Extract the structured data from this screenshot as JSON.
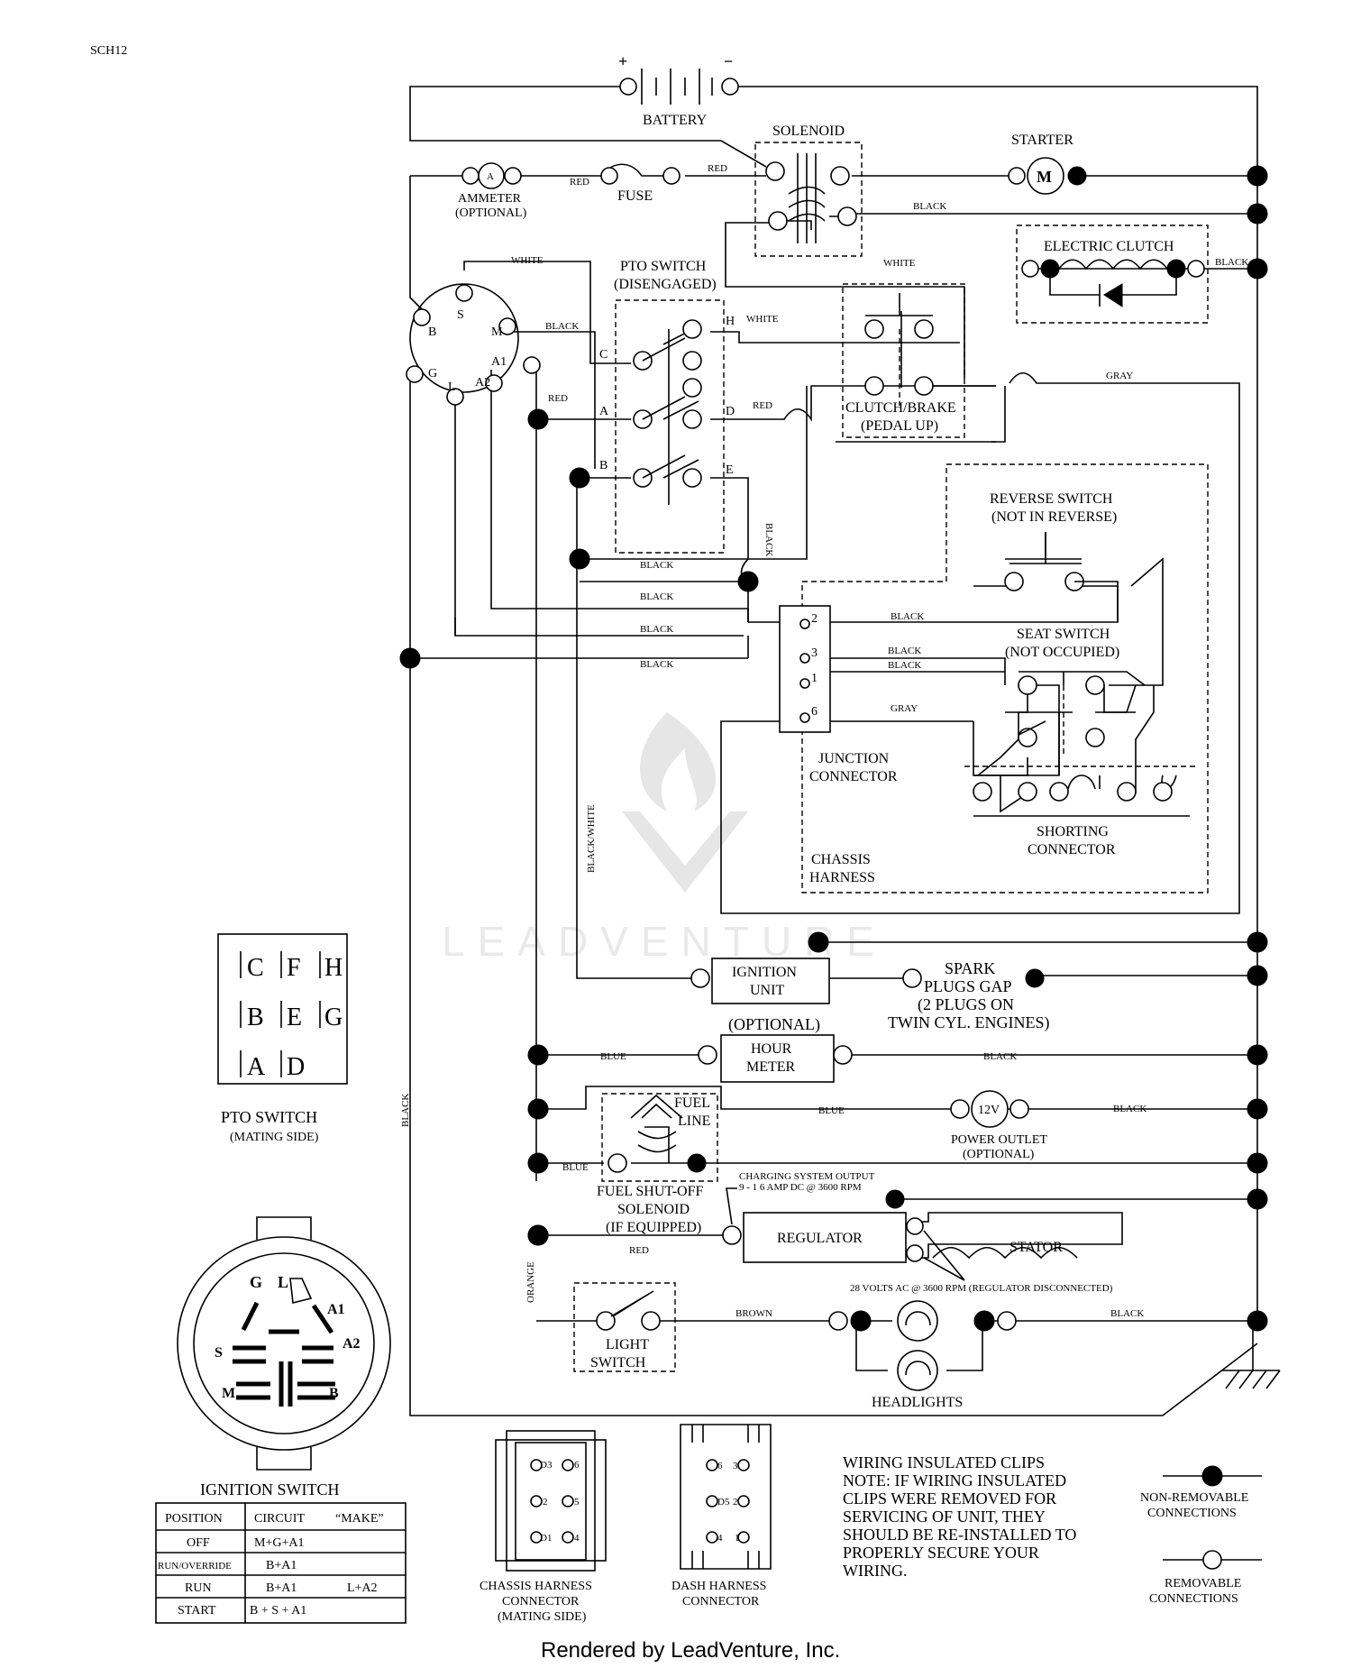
{
  "schematic_id": "SCH12",
  "battery": {
    "label": "BATTERY",
    "plus": "+",
    "minus": "−"
  },
  "solenoid": {
    "label": "SOLENOID"
  },
  "starter": {
    "label": "STARTER",
    "symbol": "M"
  },
  "ammeter": {
    "symbol": "A",
    "label": "AMMETER",
    "sub": "(OPTIONAL)"
  },
  "fuse": {
    "label": "FUSE"
  },
  "electric_clutch": {
    "label": "ELECTRIC CLUTCH"
  },
  "pto_switch": {
    "label": "PTO SWITCH",
    "sub": "(DISENGAGED)",
    "terminals": [
      "C",
      "H",
      "A",
      "D",
      "B",
      "E"
    ]
  },
  "clutch_brake": {
    "label": "CLUTCH/BRAKE",
    "sub": "(PEDAL UP)"
  },
  "ignition_terminals": [
    "S",
    "B",
    "M",
    "A1",
    "G",
    "L",
    "A2"
  ],
  "reverse_switch": {
    "label": "REVERSE SWITCH",
    "sub": "(NOT IN REVERSE)"
  },
  "seat_switch": {
    "label": "SEAT SWITCH",
    "sub": "(NOT OCCUPIED)"
  },
  "junction_connector": {
    "l1": "JUNCTION",
    "l2": "CONNECTOR",
    "pins": [
      "2",
      "3",
      "1",
      "6"
    ]
  },
  "shorting_connector": {
    "l1": "SHORTING",
    "l2": "CONNECTOR"
  },
  "chassis_harness": {
    "l1": "CHASSIS",
    "l2": "HARNESS"
  },
  "ignition_unit": {
    "l1": "IGNITION",
    "l2": "UNIT"
  },
  "spark_plugs": {
    "l1": "SPARK",
    "l2": "PLUGS GAP",
    "l3": "(2 PLUGS ON",
    "l4": "TWIN CYL. ENGINES)"
  },
  "hour_meter": {
    "opt": "(OPTIONAL)",
    "l1": "HOUR",
    "l2": "METER"
  },
  "fuel_line": {
    "l1": "FUEL",
    "l2": "LINE"
  },
  "power_outlet": {
    "symbol": "12V",
    "l1": "POWER OUTLET",
    "l2": "(OPTIONAL)"
  },
  "fuel_solenoid": {
    "l1": "FUEL SHUT-OFF",
    "l2": "SOLENOID",
    "l3": "(IF EQUIPPED)"
  },
  "charging": {
    "l1": "CHARGING SYSTEM OUTPUT",
    "l2": "9 - 1 6 AMP DC @ 3600 RPM"
  },
  "regulator": {
    "label": "REGULATOR"
  },
  "stator": {
    "label": "STATOR"
  },
  "stator_note": "28 VOLTS AC @ 3600 RPM (REGULATOR DISCONNECTED)",
  "light_switch": {
    "l1": "LIGHT",
    "l2": "SWITCH"
  },
  "headlights": {
    "label": "HEADLIGHTS"
  },
  "wire_colors": {
    "red": "RED",
    "black": "BLACK",
    "white": "WHITE",
    "gray": "GRAY",
    "blue": "BLUE",
    "brown": "BROWN",
    "orange": "ORANGE",
    "black_white": "BLACK/WHITE"
  },
  "pto_mating": {
    "title": "PTO SWITCH",
    "sub": "(MATING SIDE)",
    "grid": [
      "C",
      "F",
      "H",
      "B",
      "E",
      "G",
      "A",
      "D"
    ]
  },
  "ignition_switch": {
    "title": "IGNITION SWITCH",
    "face_letters": [
      "G",
      "L",
      "A1",
      "S",
      "A2",
      "M",
      "B"
    ],
    "table_headers": [
      "POSITION",
      "CIRCUIT",
      "“MAKE”"
    ],
    "table_rows": [
      [
        "OFF",
        "M+G+A1",
        ""
      ],
      [
        "RUN/OVERRIDE",
        "B+A1",
        ""
      ],
      [
        "RUN",
        "B+A1",
        "L+A2"
      ],
      [
        "START",
        "B + S + A1",
        ""
      ]
    ]
  },
  "chassis_connector": {
    "l1": "CHASSIS HARNESS",
    "l2": "CONNECTOR",
    "l3": "(MATING SIDE)",
    "pins": [
      "D3",
      "6",
      "2",
      "5",
      "D1",
      "4"
    ]
  },
  "dash_connector": {
    "l1": "DASH HARNESS",
    "l2": "CONNECTOR",
    "pins": [
      "6",
      "3",
      "D5",
      "2",
      "4",
      "1"
    ]
  },
  "note": {
    "title": "WIRING INSULATED CLIPS",
    "lines": [
      "NOTE:  IF WIRING INSULATED",
      "CLIPS WERE REMOVED FOR",
      "SERVICING OF UNIT, THEY",
      "SHOULD BE RE-INSTALLED TO",
      "PROPERLY SECURE YOUR",
      "WIRING."
    ]
  },
  "legend": {
    "non_removable_l1": "NON-REMOVABLE",
    "non_removable_l2": "CONNECTIONS",
    "removable_l1": "REMOVABLE",
    "removable_l2": "CONNECTIONS"
  },
  "watermark": "LEADVENTURE",
  "footer": "Rendered by LeadVenture, Inc."
}
